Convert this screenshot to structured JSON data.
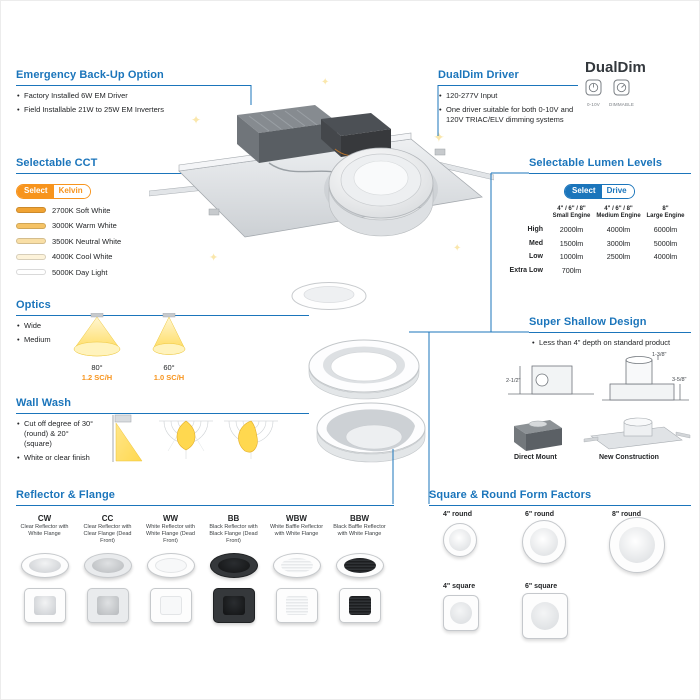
{
  "colors": {
    "heading_blue": "#1b75bb",
    "accent_orange": "#f7941d",
    "text_dark": "#232527"
  },
  "icons": {
    "sparkle": "✦"
  },
  "emergency": {
    "title": "Emergency Back-Up Option",
    "bullets": [
      "Factory Installed 6W EM Driver",
      "Field Installable 21W to 25W EM Inverters"
    ]
  },
  "dualdim": {
    "title": "DualDim Driver",
    "bullets": [
      "120-277V Input",
      "One driver suitable for both 0-10V and 120V TRIAC/ELV dimming systems"
    ]
  },
  "dualdim_logo": {
    "name": "DualDim",
    "badge1": "0-10V",
    "badge2": "DIMMABLE"
  },
  "cct": {
    "title": "Selectable CCT",
    "badge_left": "Select",
    "badge_right": "Kelvin",
    "options": [
      {
        "label": "2700K Soft White",
        "color": "#f0a333"
      },
      {
        "label": "3000K Warm White",
        "color": "#f5c366"
      },
      {
        "label": "3500K Neutral White",
        "color": "#f9dfa6"
      },
      {
        "label": "4000K Cool White",
        "color": "#fdf3da"
      },
      {
        "label": "5000K Day Light",
        "color": "#ffffff"
      }
    ]
  },
  "lumens": {
    "title": "Selectable Lumen Levels",
    "badge_left": "Select",
    "badge_right": "Drive",
    "columns": [
      {
        "size": "4\" / 6\" / 8\"",
        "engine": "Small Engine"
      },
      {
        "size": "4\" / 6\" / 8\"",
        "engine": "Medium Engine"
      },
      {
        "size": "8\"",
        "engine": "Large Engine"
      }
    ],
    "rows": [
      {
        "label": "High",
        "v1": "2000lm",
        "v2": "4000lm",
        "v3": "6000lm"
      },
      {
        "label": "Med",
        "v1": "1500lm",
        "v2": "3000lm",
        "v3": "5000lm"
      },
      {
        "label": "Low",
        "v1": "1000lm",
        "v2": "2500lm",
        "v3": "4000lm"
      },
      {
        "label": "Extra Low",
        "v1": "700lm",
        "v2": "",
        "v3": ""
      }
    ]
  },
  "optics": {
    "title": "Optics",
    "bullets": [
      "Wide",
      "Medium"
    ],
    "beams": [
      {
        "angle": "80°",
        "ratio": "1.2 SC/H"
      },
      {
        "angle": "60°",
        "ratio": "1.0 SC/H"
      }
    ]
  },
  "shallow": {
    "title": "Super Shallow Design",
    "bullets": [
      "Less than 4\" depth on standard product"
    ],
    "dims": [
      "1-3/8\"",
      "3-5/8\"",
      "2-1/2\""
    ],
    "captions": [
      "Direct Mount",
      "New Construction"
    ]
  },
  "wallwash": {
    "title": "Wall Wash",
    "bullets": [
      "Cut off degree of 30° (round) & 20° (square)",
      "White or clear finish"
    ]
  },
  "reflector": {
    "title": "Reflector & Flange",
    "items": [
      {
        "code": "CW",
        "desc": "Clear Reflector with White Flange"
      },
      {
        "code": "CC",
        "desc": "Clear Reflector with Clear Flange (Dead Front)"
      },
      {
        "code": "WW",
        "desc": "White Reflector with White Flange (Dead Front)"
      },
      {
        "code": "BB",
        "desc": "Black Reflector with Black Flange (Dead Front)"
      },
      {
        "code": "WBW",
        "desc": "White Baffle Reflector with White Flange"
      },
      {
        "code": "BBW",
        "desc": "Black Baffle Reflector with White Flange"
      }
    ]
  },
  "formfactors": {
    "title": "Square & Round Form Factors",
    "round": [
      "4\" round",
      "6\" round",
      "8\" round"
    ],
    "square": [
      "4\" square",
      "6\" square"
    ]
  }
}
